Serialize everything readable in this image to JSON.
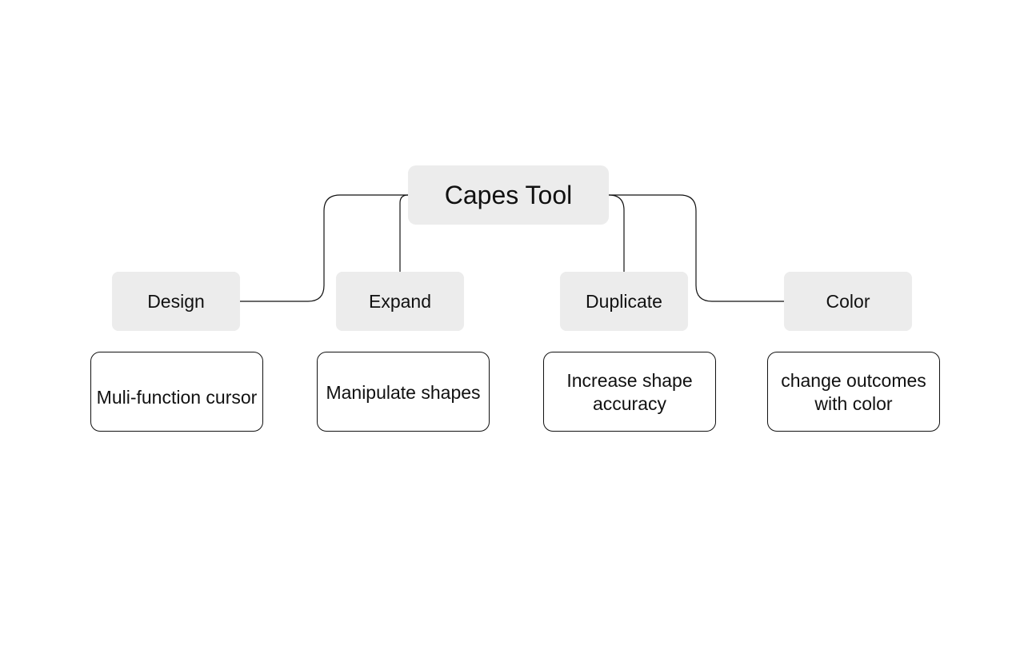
{
  "diagram": {
    "root": {
      "label": "Capes Tool"
    },
    "branches": [
      {
        "label": "Design",
        "description": "Muli-function cursor"
      },
      {
        "label": "Expand",
        "description": "Manipulate shapes"
      },
      {
        "label": "Duplicate",
        "description": "Increase shape accuracy"
      },
      {
        "label": "Color",
        "description": "change outcomes with color"
      }
    ]
  },
  "colors": {
    "node_fill": "#ececec",
    "leaf_fill": "#ffffff",
    "stroke": "#111111",
    "text": "#111111",
    "background": "#ffffff"
  }
}
